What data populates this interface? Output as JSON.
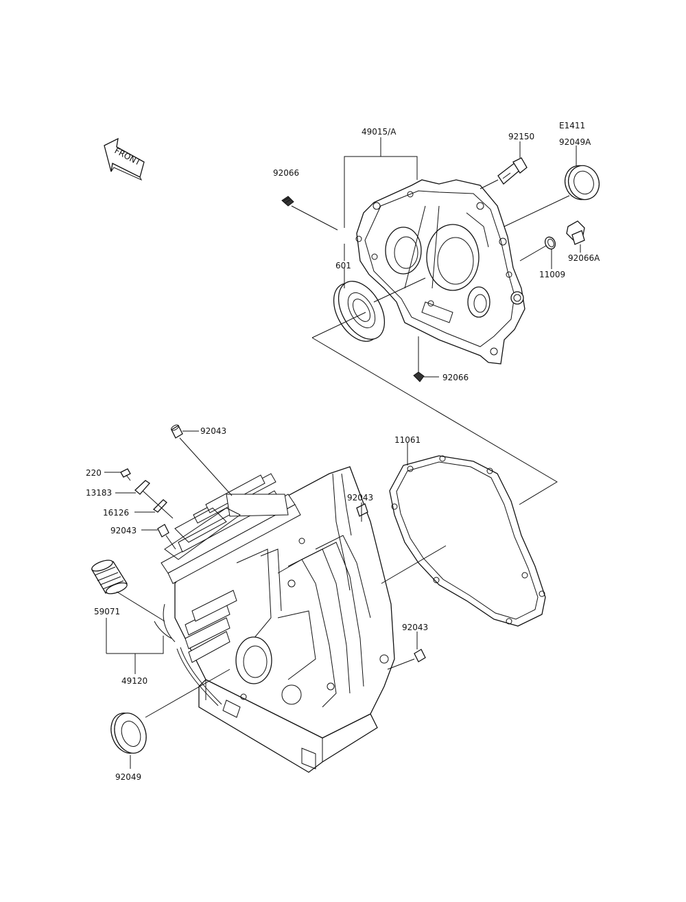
{
  "diagram_code": "E1411",
  "front_label": "FRONT",
  "part_labels": {
    "p49015A": "49015/A",
    "p92150": "92150",
    "p92049A": "92049A",
    "p92066_top": "92066",
    "p92066A": "92066A",
    "p11009": "11009",
    "p601": "601",
    "p92066_bottom": "92066",
    "p92043_top": "92043",
    "p11061": "11061",
    "p220": "220",
    "p13183": "13183",
    "p16126": "16126",
    "p92043_left": "92043",
    "p92043_mid": "92043",
    "p59071": "59071",
    "p92043_right": "92043",
    "p49120": "49120",
    "p92049": "92049"
  }
}
